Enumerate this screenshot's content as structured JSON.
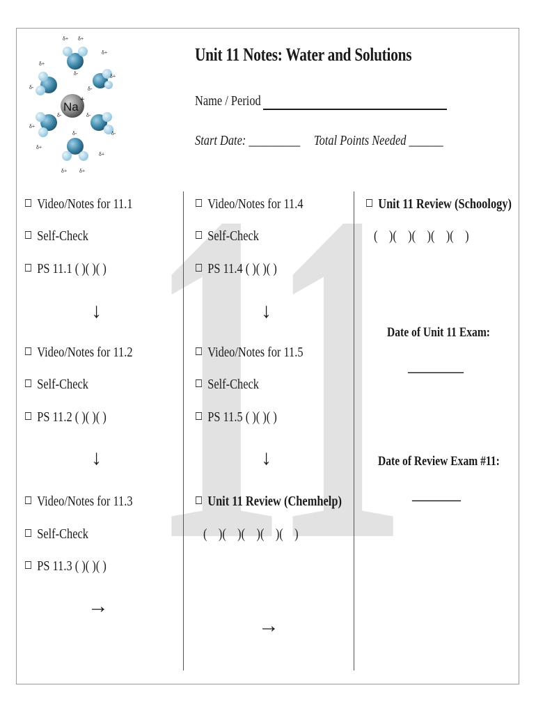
{
  "title": "Unit 11 Notes:  Water and Solutions",
  "name_period_label": "Name / Period",
  "start_date_line": "Start Date:  _________",
  "total_points_line": "Total Points Needed  ______",
  "molecule": {
    "center_label": "Na",
    "center_charge": "+",
    "partial_plus": "δ+",
    "partial_minus": "δ-"
  },
  "columns": {
    "left": {
      "items": [
        {
          "label": "Video/Notes for 11.1"
        },
        {
          "label": "Self-Check"
        },
        {
          "label": "PS 11.1 (    )(    )(    )"
        },
        {
          "label": "Video/Notes for 11.2"
        },
        {
          "label": "Self-Check"
        },
        {
          "label": "PS 11.2 (    )(    )(    )"
        },
        {
          "label": "Video/Notes for 11.3"
        },
        {
          "label": "Self-Check"
        },
        {
          "label": "PS 11.3 (    )(    )(    )"
        }
      ],
      "arrow_down": "↓",
      "arrow_right": "→"
    },
    "middle": {
      "items": [
        {
          "label": "Video/Notes for 11.4"
        },
        {
          "label": "Self-Check"
        },
        {
          "label": "PS 11.4 (    )(    )(    )"
        },
        {
          "label": "Video/Notes for 11.5"
        },
        {
          "label": "Self-Check"
        },
        {
          "label": "PS 11.5 (    )(    )(    )"
        },
        {
          "label": "Unit 11 Review (Chemhelp)"
        }
      ],
      "review_parens": "(    )(    )(    )(    )(    )",
      "arrow_down": "↓",
      "arrow_right": "→"
    },
    "right": {
      "review_label": "Unit 11 Review (Schoology)",
      "review_parens": "(    )(    )(    )(    )(    )",
      "exam_date_label": "Date of Unit 11 Exam:",
      "exam_date_blank": "________",
      "review_exam_label": "Date of Review Exam #11:",
      "review_exam_blank": "_______"
    }
  },
  "watermark_text": "11",
  "colors": {
    "watermark": "#e2e2e2",
    "water_oxygen": "#4a8fb0",
    "water_hydrogen": "#a8d2e6",
    "sodium": "#8a8a8a"
  }
}
